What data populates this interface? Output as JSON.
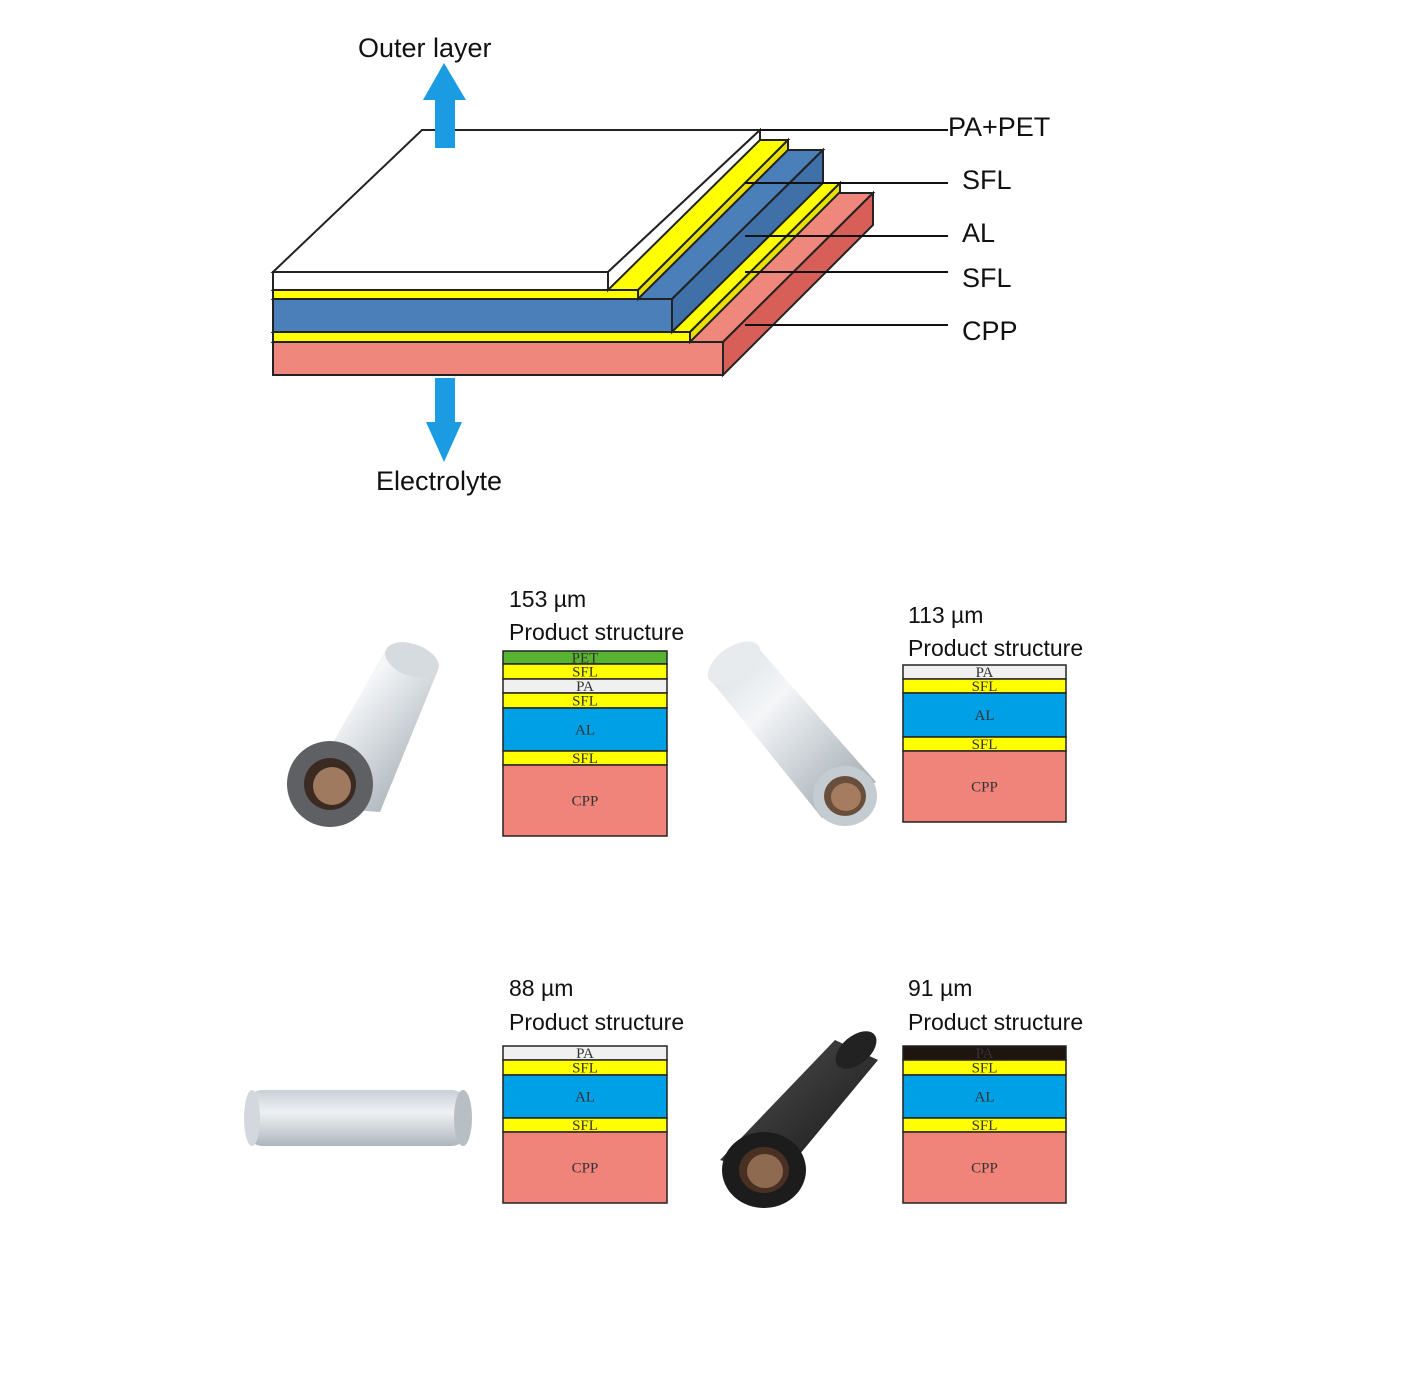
{
  "diagram": {
    "arrow_up_label": "Outer layer",
    "arrow_down_label": "Electrolyte",
    "arrow_color": "#1a9be2",
    "layers": [
      {
        "label": "PA+PET",
        "color": "#ffffff"
      },
      {
        "label": "SFL",
        "color": "#ffff00"
      },
      {
        "label": "AL",
        "color": "#4a7fba"
      },
      {
        "label": "SFL",
        "color": "#ffff00"
      },
      {
        "label": "CPP",
        "color": "#f0877d"
      }
    ]
  },
  "products": [
    {
      "thickness": "153 µm",
      "caption": "Product structure",
      "roll": "silver-roll",
      "layers": [
        {
          "label": "PET",
          "color": "#58b332"
        },
        {
          "label": "SFL",
          "color": "#ffff00"
        },
        {
          "label": "PA",
          "color": "#f0f0f0"
        },
        {
          "label": "SFL",
          "color": "#ffff00"
        },
        {
          "label": "AL",
          "color": "#00a0e6"
        },
        {
          "label": "SFL",
          "color": "#ffff00"
        },
        {
          "label": "CPP",
          "color": "#f0837a"
        }
      ]
    },
    {
      "thickness": "113 µm",
      "caption": "Product structure",
      "roll": "silver-roll",
      "layers": [
        {
          "label": "PA",
          "color": "#f0f0f0"
        },
        {
          "label": "SFL",
          "color": "#ffff00"
        },
        {
          "label": "AL",
          "color": "#00a0e6"
        },
        {
          "label": "SFL",
          "color": "#ffff00"
        },
        {
          "label": "CPP",
          "color": "#f0837a"
        }
      ]
    },
    {
      "thickness": "88 µm",
      "caption": "Product structure",
      "roll": "silver-roll",
      "layers": [
        {
          "label": "PA",
          "color": "#f0f0f0"
        },
        {
          "label": "SFL",
          "color": "#ffff00"
        },
        {
          "label": "AL",
          "color": "#00a0e6"
        },
        {
          "label": "SFL",
          "color": "#ffff00"
        },
        {
          "label": "CPP",
          "color": "#f0837a"
        }
      ]
    },
    {
      "thickness": "91 µm",
      "caption": "Product structure",
      "roll": "black-roll",
      "layers": [
        {
          "label": "PA",
          "color": "#1e1410"
        },
        {
          "label": "SFL",
          "color": "#ffff00"
        },
        {
          "label": "AL",
          "color": "#00a0e6"
        },
        {
          "label": "SFL",
          "color": "#ffff00"
        },
        {
          "label": "CPP",
          "color": "#f0837a"
        }
      ]
    }
  ]
}
